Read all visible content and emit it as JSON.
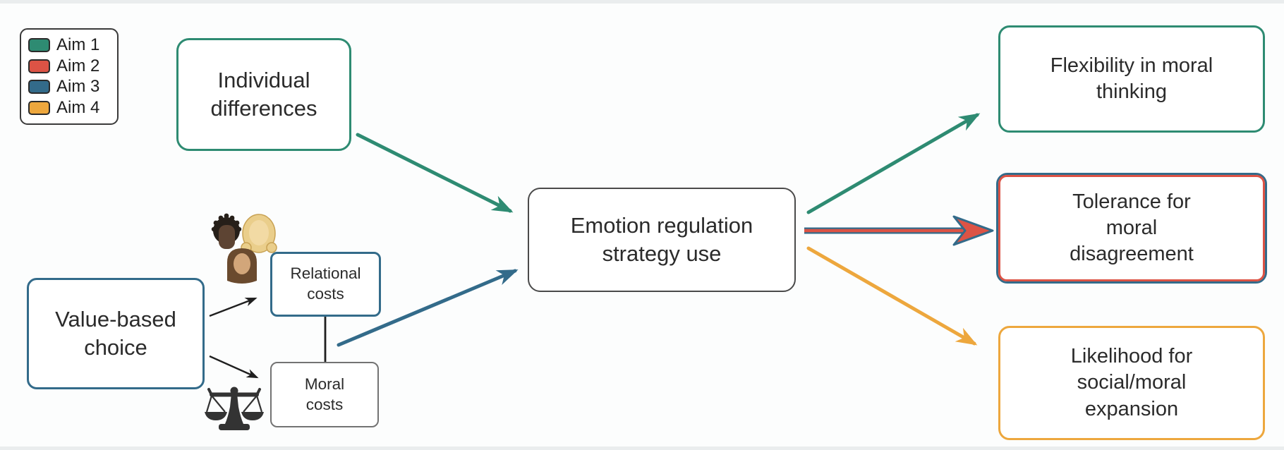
{
  "legend": {
    "items": [
      {
        "label": "Aim 1",
        "color": "#2e8b72"
      },
      {
        "label": "Aim 2",
        "color": "#dc5345"
      },
      {
        "label": "Aim 3",
        "color": "#336b8a"
      },
      {
        "label": "Aim 4",
        "color": "#eda73d"
      }
    ]
  },
  "nodes": {
    "individual_differences": {
      "label": "Individual\ndifferences",
      "border_color": "#2e8b72",
      "aim": "Aim 1"
    },
    "value_based_choice": {
      "label": "Value-based\nchoice",
      "border_color": "#336b8a",
      "aim": "Aim 3"
    },
    "relational_costs": {
      "label": "Relational\ncosts",
      "border_color": "#336b8a",
      "aim": "Aim 3"
    },
    "moral_costs": {
      "label": "Moral\ncosts",
      "border_color": "#737373"
    },
    "emotion_regulation": {
      "label": "Emotion regulation\nstrategy use",
      "border_color": "#4a4a4a"
    },
    "flexibility_moral_thinking": {
      "label": "Flexibility in moral\nthinking",
      "border_color": "#2e8b72",
      "aim": "Aim 1"
    },
    "tolerance_moral_disagreement": {
      "label": "Tolerance for\nmoral\ndisagreement",
      "border_color_outer": "#336b8a",
      "border_color_inner": "#dc5345",
      "aims": "Aim 2 + Aim 3"
    },
    "likelihood_expansion": {
      "label": "Likelihood for\nsocial/moral\nexpansion",
      "border_color": "#eda73d",
      "aim": "Aim 4"
    }
  },
  "edges": [
    {
      "from": "Individual differences",
      "to": "Emotion regulation strategy use",
      "aim": "Aim 1",
      "color": "#2e8b72"
    },
    {
      "from": "Relational costs / Moral costs",
      "to": "Emotion regulation strategy use",
      "aim": "Aim 3",
      "color": "#336b8a"
    },
    {
      "from": "Emotion regulation strategy use",
      "to": "Flexibility in moral thinking",
      "aim": "Aim 1",
      "color": "#2e8b72"
    },
    {
      "from": "Emotion regulation strategy use",
      "to": "Tolerance for moral disagreement",
      "aims": "Aim 2 + Aim 3",
      "colors": [
        "#dc5345",
        "#336b8a"
      ]
    },
    {
      "from": "Emotion regulation strategy use",
      "to": "Likelihood for social/moral expansion",
      "aim": "Aim 4",
      "color": "#eda73d"
    },
    {
      "from": "Value-based choice",
      "to": "Relational costs",
      "color": "#1f1f1f"
    },
    {
      "from": "Value-based choice",
      "to": "Moral costs",
      "color": "#1f1f1f"
    },
    {
      "from": "Relational costs",
      "to": "Moral costs",
      "color": "#1f1f1f",
      "style": "plain-line"
    }
  ],
  "icons": {
    "people_group": "three-people-heads",
    "balance_scale": "balance-scale"
  }
}
